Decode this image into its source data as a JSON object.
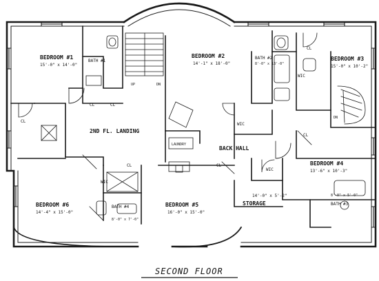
{
  "floor_title": "SECOND FLOOR",
  "rooms": {
    "bedroom1": {
      "name": "BEDROOM #1",
      "dims": "15'-0\" x 14'-0\""
    },
    "bedroom2": {
      "name": "BEDROOM #2",
      "dims": "14'-1\" x 18'-0\""
    },
    "bedroom3": {
      "name": "BEDROOM #3",
      "dims": "15'-0\" x 10'-2\""
    },
    "bedroom4": {
      "name": "BEDROOM #4",
      "dims": "13'-6\" x 10'-3\""
    },
    "bedroom5": {
      "name": "BEDROOM #5",
      "dims": "16'-0\" x 15'-0\""
    },
    "bedroom6": {
      "name": "BEDROOM #6",
      "dims": "14'-4\" x 15'-0\""
    },
    "bath1": {
      "name": "BATH #1"
    },
    "bath2": {
      "name": "BATH #2",
      "dims": "8'-0\" x 13'-0\""
    },
    "bath3": {
      "name": "BATH #3",
      "dims": "8'-0\" x 5'-0\""
    },
    "bath4": {
      "name": "BATH #4",
      "dims": "8'-0\" x 7'-0\""
    },
    "landing": {
      "name": "2ND FL. LANDING"
    },
    "back_hall": {
      "name": "BACK HALL"
    },
    "storage": {
      "name": "STORAGE",
      "dims": "14'-0\" x 5'-2\""
    },
    "laundry": {
      "name": "LAUNDRY"
    }
  },
  "tags": {
    "closet": "CL",
    "walk_in_closet": "WIC",
    "up": "UP",
    "down": "DN"
  }
}
